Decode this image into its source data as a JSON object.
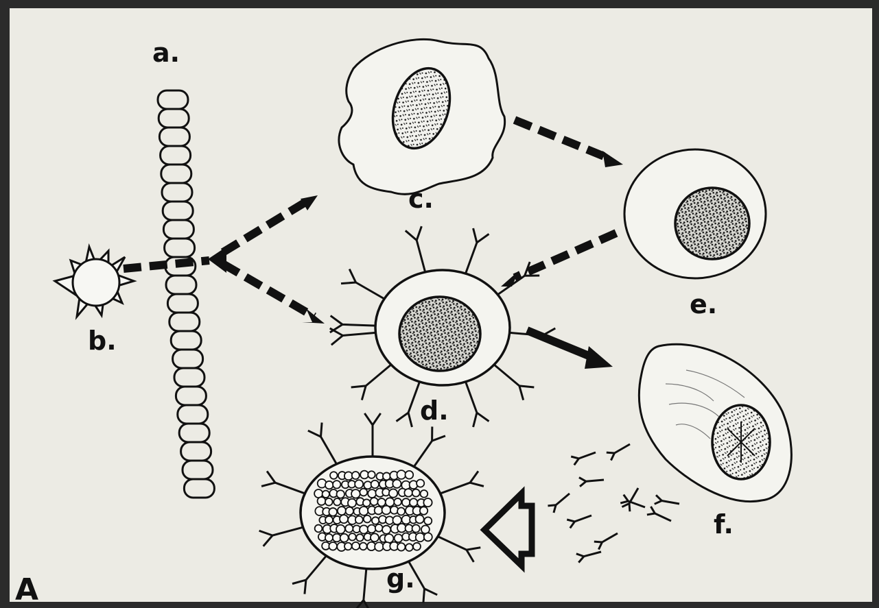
{
  "labels": {
    "a": "a.",
    "b": "b.",
    "c": "c.",
    "d": "d.",
    "e": "e.",
    "f": "f.",
    "g": "g.",
    "panel": "A"
  },
  "colors": {
    "paper": "#ecebe4",
    "ink": "#111111",
    "frame": "#2b2b2b"
  }
}
